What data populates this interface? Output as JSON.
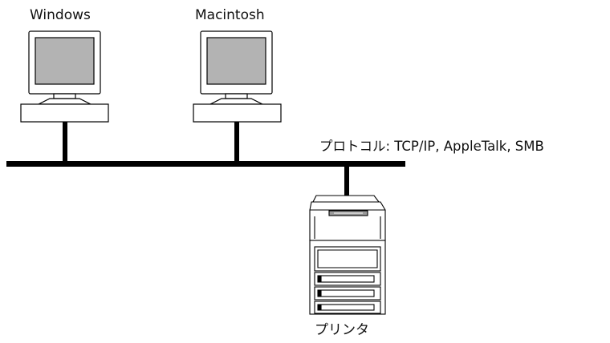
{
  "nodes": {
    "windows": {
      "label": "Windows"
    },
    "macintosh": {
      "label": "Macintosh"
    },
    "printer": {
      "label": "プリンタ"
    }
  },
  "network": {
    "protocol_label": "プロトコル: TCP/IP, AppleTalk, SMB"
  },
  "colors": {
    "line": "#000000",
    "screen": "#b3b3b3",
    "device_fill": "#ffffff",
    "printer_shade": "#9a9a9a"
  },
  "icons": [
    "computer-icon",
    "printer-icon"
  ]
}
